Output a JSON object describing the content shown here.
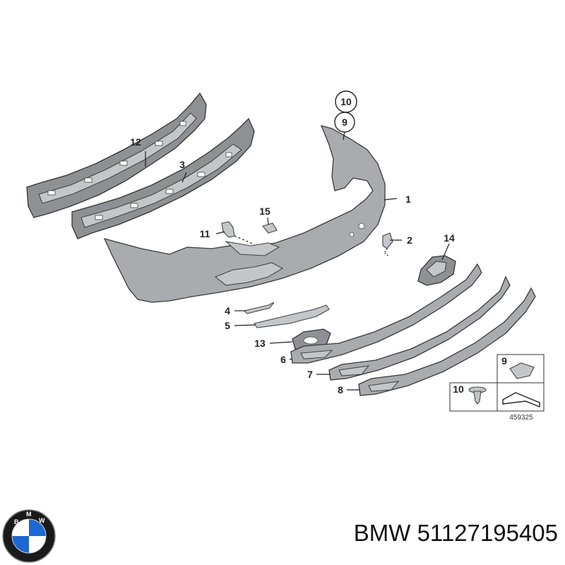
{
  "diagram": {
    "callouts": {
      "c1": "1",
      "c2": "2",
      "c3": "3",
      "c4": "4",
      "c5": "5",
      "c6": "6",
      "c7": "7",
      "c8": "8",
      "c9": "9",
      "c10": "10",
      "c11": "11",
      "c12": "12",
      "c13": "13",
      "c14": "14",
      "c15": "15"
    },
    "inset": {
      "label_9": "9",
      "label_10": "10",
      "ref_code": "459325"
    }
  },
  "footer": {
    "brand": "BMW",
    "part_number": "51127195405"
  },
  "logo": {
    "letters": [
      "B",
      "M",
      "W"
    ],
    "colors": {
      "blue": "#1c69d4",
      "ring": "#1a1a1a",
      "white": "#ffffff"
    }
  },
  "colors": {
    "part_fill": "#a9abae",
    "outline": "#3a3a3a"
  }
}
